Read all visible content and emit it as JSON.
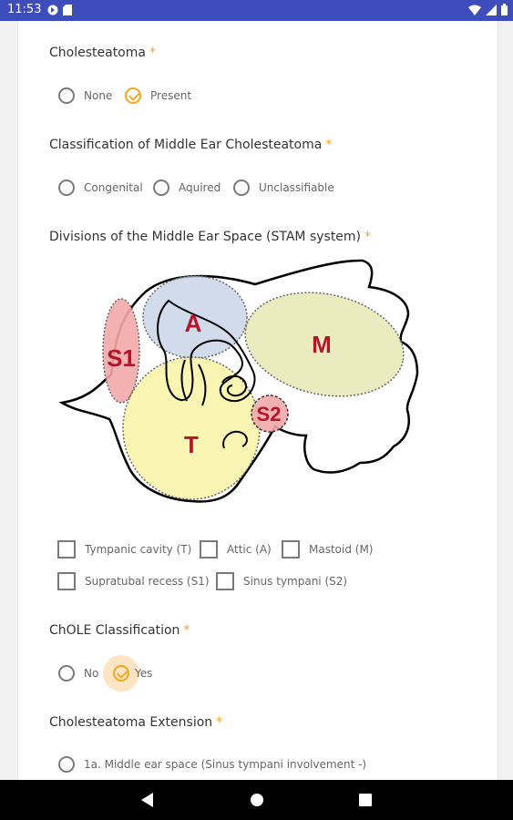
{
  "status_bar": {
    "time": "11:53"
  },
  "questions": {
    "cholesteatoma": {
      "label": "Cholesteatoma",
      "required": "*",
      "options": [
        "None",
        "Present"
      ],
      "selected": "Present"
    },
    "classification": {
      "label": "Classification of Middle Ear Cholesteatoma",
      "required": "*",
      "options": [
        "Congenital",
        "Aquired",
        "Unclassifiable"
      ],
      "selected": ""
    },
    "divisions": {
      "label": "Divisions of the Middle Ear Space (STAM system)",
      "required": "*",
      "diagram_labels": {
        "s1": "S1",
        "a": "A",
        "m": "M",
        "s2": "S2",
        "t": "T"
      },
      "options": [
        "Tympanic cavity (T)",
        "Attic (A)",
        "Mastoid (M)",
        "Supratubal recess (S1)",
        "Sinus tympani (S2)"
      ]
    },
    "chole": {
      "label": "ChOLE Classification",
      "required": "*",
      "options": [
        "No",
        "Yes"
      ],
      "selected": "Yes"
    },
    "extension": {
      "label": "Cholesteatoma Extension",
      "required": "*",
      "options": [
        "1a. Middle ear space (Sinus tympani involvement -)"
      ]
    }
  },
  "colors": {
    "accent": "#f5a623",
    "status_bar": "#3d4dbb",
    "label_red": "#b5152b"
  }
}
